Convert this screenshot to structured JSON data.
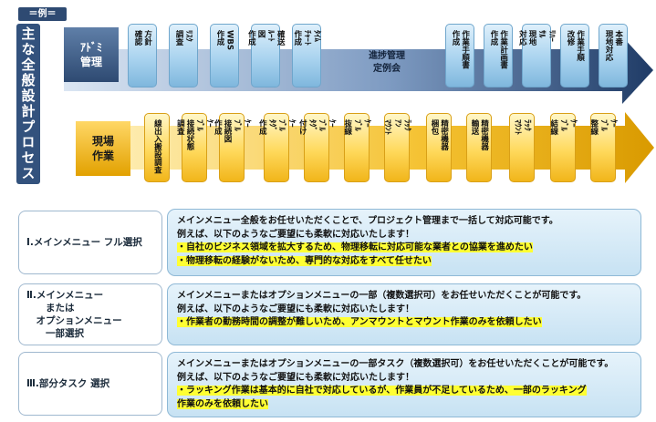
{
  "example_tag": "＝例＝",
  "main_title": "主な全般設計プロセス",
  "admin_row": {
    "label": "ｱﾄﾞﾐ\n管理",
    "tiles": [
      "方針\n確認",
      "ﾘｽｸ\n調査",
      "WBS\n作成",
      "確送\nﾙｰﾄ\n図\n作成",
      "ﾀｲﾑ\nﾁｬｰﾄ\n作成",
      "作業手順書\n作成",
      "作業計画書\n作成",
      "ﾘﾊｰ\nｻﾙ\n現地\n対応",
      "作業手順\n改修",
      "本番\n現地対応"
    ],
    "center_text": "進捗管理\n定例会"
  },
  "field_row": {
    "label": "現場\n作業",
    "tiles": [
      "線出入搬設調査",
      "ｹｰ\nﾌﾞﾙ\n接続状態\n調査",
      "ｹｰ\nﾌﾞﾙ\n接続図\n作成",
      "ｹｰ\nﾌﾞﾙ\nﾀｸﾞ\n作成",
      "ｹｰ\nﾌﾞﾙ\nﾀｸﾞ\n付け",
      "ｹｰ\nﾌﾞﾙ\n抜線",
      "ﾗｯｸ\nｱﾝ\nﾏｳﾝﾄ",
      "精密機器\n梱包",
      "精密機器\n輸送",
      "ﾗｯｸ\nﾏｳﾝﾄ",
      "ｹｰ\nﾌﾞﾙ\n結線",
      "ｹｰ\nﾌﾞﾙ\n整線"
    ]
  },
  "menus": [
    {
      "label": "Ⅰ.メインメニュー フル選択",
      "lines": [
        {
          "text": "メインメニュー全般をお任せいただくことで、プロジェクト管理まで一括して対応可能です。",
          "highlight": false
        },
        {
          "text": "例えば、以下のようなご要望にも柔軟に対応いたします！",
          "highlight": false
        },
        {
          "text": "・自社のビジネス領域を拡大するため、物理移転に対応可能な業者との協業を進めたい",
          "highlight": true
        },
        {
          "text": "・物理移転の経験がないため、専門的な対応をすべて任せたい",
          "highlight": true
        }
      ]
    },
    {
      "label": "Ⅱ.メインメニュー\n　　または\n　オプションメニュー\n　　一部選択",
      "lines": [
        {
          "text": "メインメニューまたはオプションメニューの一部（複数選択可）をお任せいただくことが可能です。",
          "highlight": false
        },
        {
          "text": "例えば、以下のようなご要望にも柔軟に対応いたします！",
          "highlight": false
        },
        {
          "text": "・作業者の勤務時間の調整が難しいため、アンマウントとマウント作業のみを依頼したい",
          "highlight": true
        }
      ]
    },
    {
      "label": "Ⅲ.部分タスク 選択",
      "lines": [
        {
          "text": "メインメニューまたはオプションメニューの一部タスク（複数選択可）をお任せいただくことが可能です。",
          "highlight": false
        },
        {
          "text": "例えば、以下のようなご要望にも柔軟に対応いたします！",
          "highlight": false
        },
        {
          "text": "・ラッキング作業は基本的に自社で対応しているが、作業員が不足しているため、一部のラッキング",
          "highlight": true
        },
        {
          "text": "作業のみを依頼したい",
          "highlight": true
        }
      ]
    }
  ],
  "colors": {
    "title_bg": "#33527d",
    "admin_arrow": "#2e4a72",
    "field_arrow": "#e8a400",
    "admin_tile": "#a9d3ef",
    "field_tile": "#ffd95c",
    "desc_bg": "#c7e2f3",
    "highlight": "#ffff33"
  }
}
